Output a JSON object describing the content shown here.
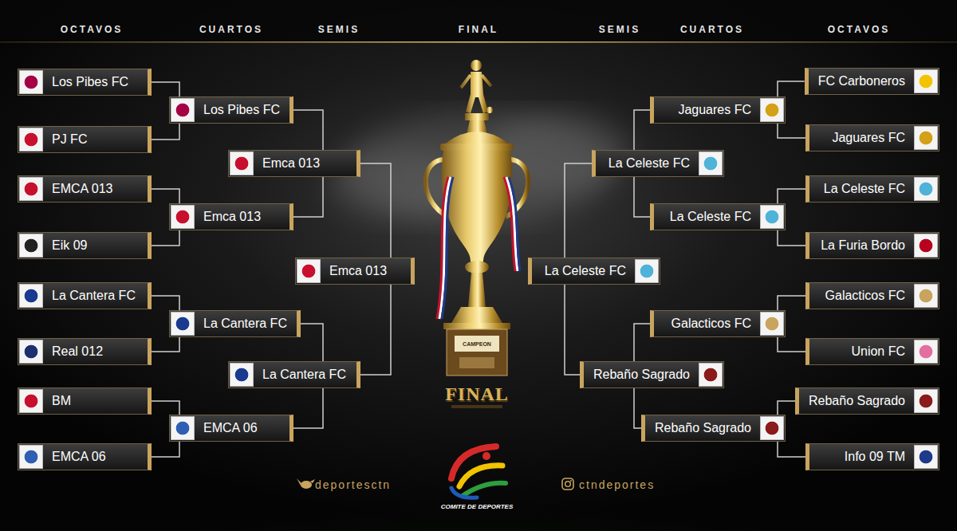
{
  "diagram": {
    "nodes": [
      {
        "text": [
          "Los Pibes FC"
        ]
      },
      {
        "text": [
          "PJ FC"
        ]
      },
      {
        "text": [
          "EMCA 013"
        ]
      },
      {
        "text": [
          "Eik 09"
        ]
      },
      {
        "text": [
          "La Cantera FC"
        ]
      },
      {
        "text": [
          "Real 012"
        ]
      },
      {
        "text": [
          "BM"
        ]
      },
      {
        "text": [
          "EMCA 06"
        ]
      },
      {
        "text": [
          "Los Pibes FC"
        ]
      },
      {
        "text": [
          "Emca 013"
        ]
      },
      {
        "text": [
          "La Cantera FC"
        ]
      },
      {
        "text": [
          "EMCA 06"
        ]
      },
      {
        "text": [
          "Emca 013"
        ]
      },
      {
        "text": [
          "La Cantera FC"
        ]
      },
      {
        "text": [
          "Emca 013"
        ]
      },
      {
        "text": [
          "La Celeste FC"
        ]
      },
      {
        "text": [
          "La Celeste FC"
        ]
      },
      {
        "text": [
          "Rebaño Sagrado"
        ]
      },
      {
        "text": [
          "Jaguares FC"
        ]
      },
      {
        "text": [
          "La Celeste FC"
        ]
      },
      {
        "text": [
          "Galacticos FC"
        ]
      },
      {
        "text": [
          "Rebaño Sagrado"
        ]
      },
      {
        "text": [
          "FC Carboneros"
        ]
      },
      {
        "text": [
          "Jaguares FC"
        ]
      },
      {
        "text": [
          "La Celeste FC"
        ]
      },
      {
        "text": [
          "La Furia Bordo"
        ]
      },
      {
        "text": [
          "Galacticos FC"
        ]
      },
      {
        "text": [
          "Union FC"
        ]
      },
      {
        "text": [
          "Rebaño Sagrado"
        ]
      },
      {
        "text": [
          "Info 09 TM"
        ]
      }
    ],
    "edges": [
      {
        "from": 0,
        "to": 8,
        "arrow": "none"
      },
      {
        "from": 1,
        "to": 8,
        "arrow": "none"
      },
      {
        "from": 2,
        "to": 9,
        "arrow": "none"
      },
      {
        "from": 3,
        "to": 9,
        "arrow": "none"
      },
      {
        "from": 4,
        "to": 10,
        "arrow": "none"
      },
      {
        "from": 5,
        "to": 10,
        "arrow": "none"
      },
      {
        "from": 6,
        "to": 11,
        "arrow": "none"
      },
      {
        "from": 7,
        "to": 11,
        "arrow": "none"
      },
      {
        "from": 8,
        "to": 12,
        "arrow": "none"
      },
      {
        "from": 9,
        "to": 12,
        "arrow": "none"
      },
      {
        "from": 10,
        "to": 13,
        "arrow": "none"
      },
      {
        "from": 11,
        "to": 13,
        "arrow": "none"
      },
      {
        "from": 12,
        "to": 14,
        "arrow": "none"
      },
      {
        "from": 13,
        "to": 14,
        "arrow": "none"
      },
      {
        "from": 22,
        "to": 18,
        "arrow": "none"
      },
      {
        "from": 23,
        "to": 18,
        "arrow": "none"
      },
      {
        "from": 24,
        "to": 19,
        "arrow": "none"
      },
      {
        "from": 25,
        "to": 19,
        "arrow": "none"
      },
      {
        "from": 26,
        "to": 20,
        "arrow": "none"
      },
      {
        "from": 27,
        "to": 20,
        "arrow": "none"
      },
      {
        "from": 28,
        "to": 21,
        "arrow": "none"
      },
      {
        "from": 29,
        "to": 21,
        "arrow": "none"
      },
      {
        "from": 18,
        "to": 16,
        "arrow": "none"
      },
      {
        "from": 19,
        "to": 16,
        "arrow": "none"
      },
      {
        "from": 20,
        "to": 17,
        "arrow": "none"
      },
      {
        "from": 21,
        "to": 17,
        "arrow": "none"
      },
      {
        "from": 16,
        "to": 15,
        "arrow": "none"
      },
      {
        "from": 17,
        "to": 15,
        "arrow": "none"
      }
    ],
    "labels": [
      "OCTAVOS",
      "CUARTOS",
      "SEMIS",
      "FINAL",
      "SEMIS",
      "CUARTOS",
      "OCTAVOS",
      "CAMPEON",
      "FINAL",
      "deportesctn",
      "ctndeportes",
      "COMITE DE DEPORTES"
    ]
  }
}
